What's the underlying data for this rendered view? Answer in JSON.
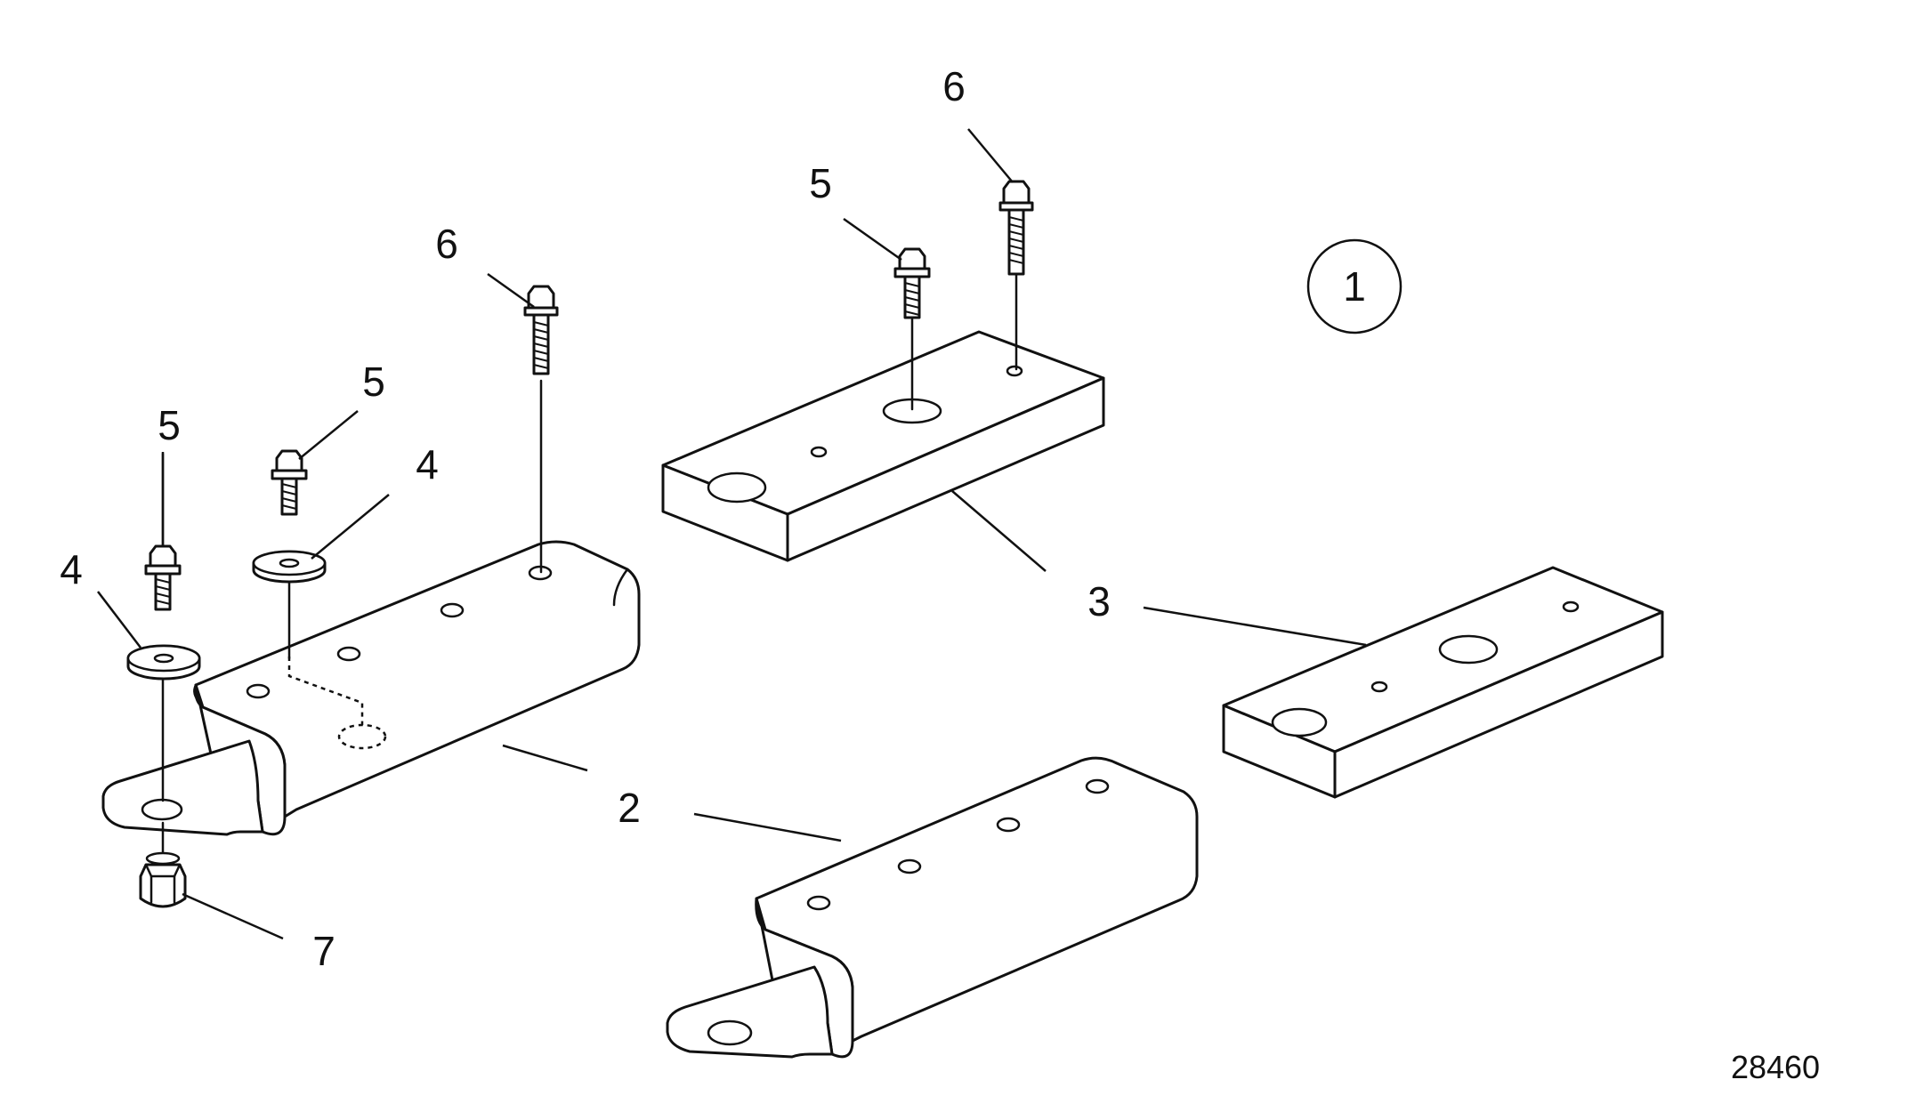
{
  "figure_number": "28460",
  "variant_marker": "1",
  "callouts": {
    "c2_left": "2",
    "c2_right": "2",
    "c3": "3",
    "c4_left": "4",
    "c4_mid": "4",
    "c5_left": "5",
    "c5_mid": "5",
    "c5_top": "5",
    "c6_left": "6",
    "c6_top": "6",
    "c7": "7"
  },
  "colors": {
    "line": "#111111",
    "background": "#ffffff"
  }
}
